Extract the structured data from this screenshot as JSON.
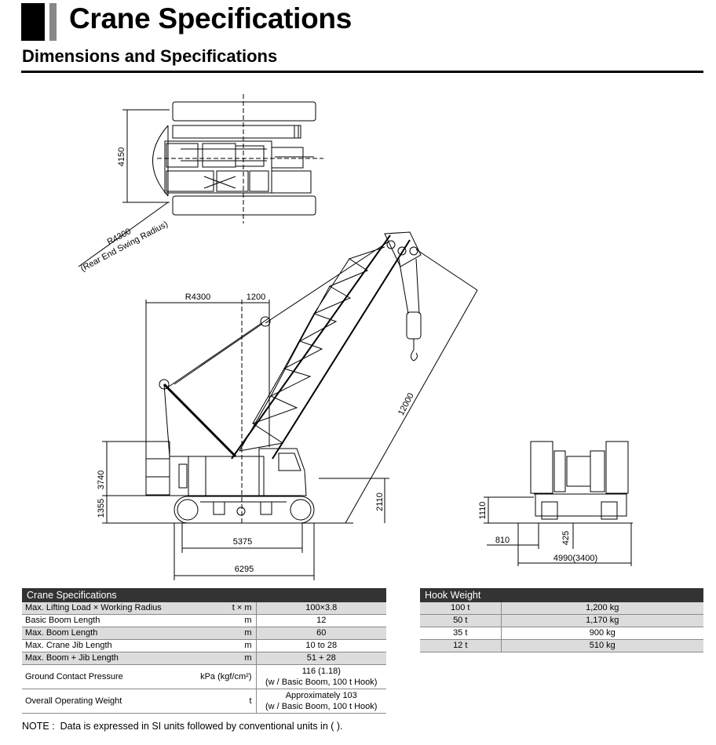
{
  "header": {
    "title": "Crane Specifications",
    "subtitle": "Dimensions and Specifications"
  },
  "drawing": {
    "dims": {
      "top_width": "4150",
      "swing_radius": "R4300",
      "swing_radius_note": "(Rear End Swing Radius)",
      "tail_radius": "R4300",
      "offset": "1200",
      "height": "3740",
      "ground_clearance": "1355",
      "track_height": "2110",
      "boom_length": "12000",
      "tumbler_distance": "5375",
      "overall_length": "6295",
      "front_height": "1110",
      "shoe_width": "810",
      "front_clearance": "425",
      "overall_width": "4990(3400)"
    }
  },
  "crane_table": {
    "header": "Crane Specifications",
    "rows": [
      {
        "label": "Max. Lifting Load × Working Radius",
        "unit": "t × m",
        "value": "100×3.8"
      },
      {
        "label": "Basic Boom Length",
        "unit": "m",
        "value": "12"
      },
      {
        "label": "Max. Boom Length",
        "unit": "m",
        "value": "60"
      },
      {
        "label": "Max. Crane Jib Length",
        "unit": "m",
        "value": "10 to 28"
      },
      {
        "label": "Max. Boom + Jib Length",
        "unit": "m",
        "value": "51 + 28"
      },
      {
        "label": "Ground Contact Pressure",
        "unit": "kPa (kgf/cm²)",
        "value": "116 (1.18)",
        "value2": "(w / Basic Boom, 100 t Hook)"
      },
      {
        "label": "Overall Operating Weight",
        "unit": "t",
        "value": "Approximately 103",
        "value2": "(w / Basic Boom, 100 t Hook)"
      }
    ]
  },
  "hook_table": {
    "header": "Hook Weight",
    "rows": [
      {
        "hook": "100 t",
        "weight": "1,200 kg"
      },
      {
        "hook": "50 t",
        "weight": "1,170 kg"
      },
      {
        "hook": "35 t",
        "weight": "900 kg"
      },
      {
        "hook": "12 t",
        "weight": "510 kg"
      }
    ]
  },
  "note": "NOTE :  Data is expressed in SI units followed by conventional units in ( )."
}
